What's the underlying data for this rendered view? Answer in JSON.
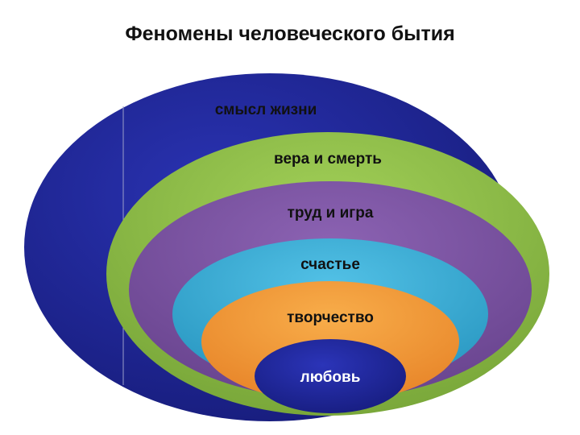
{
  "title": "Феномены человеческого бытия",
  "layers": [
    {
      "label": "смысл жизни",
      "color": "#1f2491"
    },
    {
      "label": "вера и смерть",
      "color": "#8ebd45"
    },
    {
      "label": "труд и игра",
      "color": "#7a51a0"
    },
    {
      "label": "счастье",
      "color": "#3aaed6"
    },
    {
      "label": "творчество",
      "color": "#f29a34"
    },
    {
      "label": "любовь",
      "color": "#1f2491"
    }
  ]
}
